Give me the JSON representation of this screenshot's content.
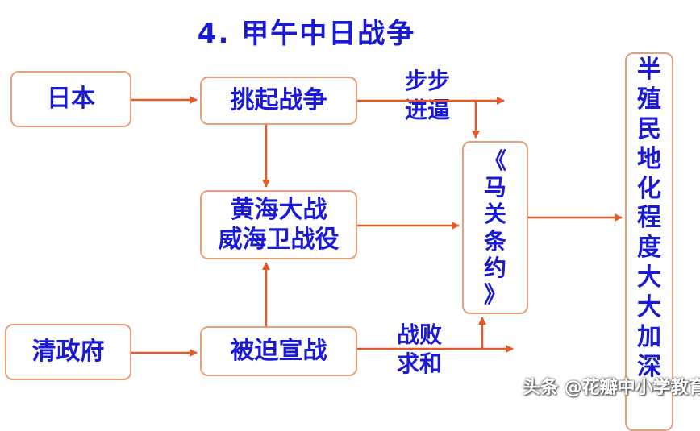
{
  "title": "4. 甲午中日战争",
  "nodes": {
    "japan": "日本",
    "provoke": "挑起战争",
    "battles": [
      "黄海大战",
      "威海卫战役"
    ],
    "qing": "清政府",
    "forced": "被迫宣战",
    "treaty": [
      "《",
      "马",
      "关",
      "条",
      "约",
      "》"
    ],
    "semi": [
      "半",
      "殖",
      "民",
      "地",
      "化",
      "程",
      "度",
      "大",
      "大",
      "加",
      "深"
    ]
  },
  "labels": {
    "step": [
      "步步",
      "进逼"
    ],
    "sue": [
      "战败",
      "求和"
    ]
  },
  "watermark": "头条 @花瓣中小学教育",
  "colors": {
    "text": "#1a1ad6",
    "box_border": "#e8a07a",
    "arrow": "#e05a2a"
  }
}
